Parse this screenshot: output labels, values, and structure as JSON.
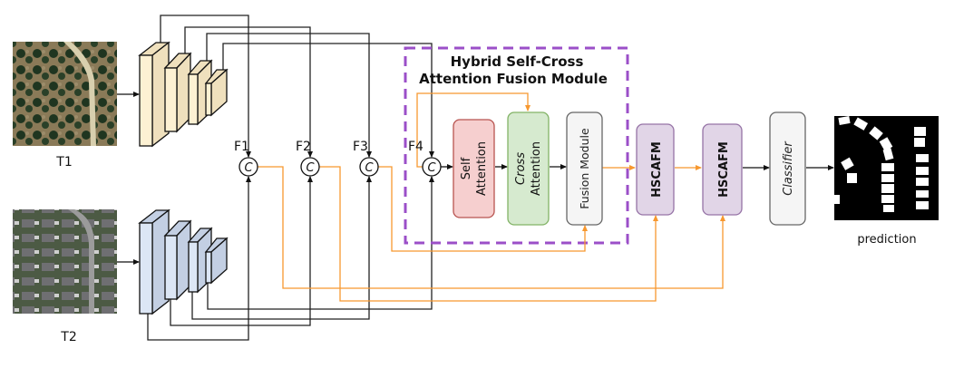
{
  "inputs": {
    "t1_label": "T1",
    "t2_label": "T2"
  },
  "features": [
    "F1",
    "F2",
    "F3",
    "F4"
  ],
  "concat_symbol": "C",
  "module": {
    "title_line1": "Hybrid Self-Cross",
    "title_line2": "Attention Fusion Module",
    "self_attention": [
      "Self",
      "Attention"
    ],
    "cross_attention": [
      "Cross",
      "Attention"
    ],
    "fusion": "Fusion Module"
  },
  "hscafm": [
    "HSCAFM",
    "HSCAFM"
  ],
  "classifier": "Classifier",
  "output_label": "prediction",
  "colors": {
    "encoder_t1": "#fdf1d3",
    "encoder_t1_side": "#efe0bd",
    "encoder_t2": "#dce6f5",
    "encoder_t2_side": "#c3cfe3",
    "orange": "#f7982f",
    "purple_dash": "#9b4fc8",
    "self_fill": "#f6cfcf",
    "self_stroke": "#b85450",
    "cross_fill": "#d6eacf",
    "cross_stroke": "#82b366",
    "fusion_fill": "#f5f5f5",
    "fusion_stroke": "#666666",
    "hscafm_fill": "#e1d5e7",
    "hscafm_stroke": "#9673a6"
  }
}
